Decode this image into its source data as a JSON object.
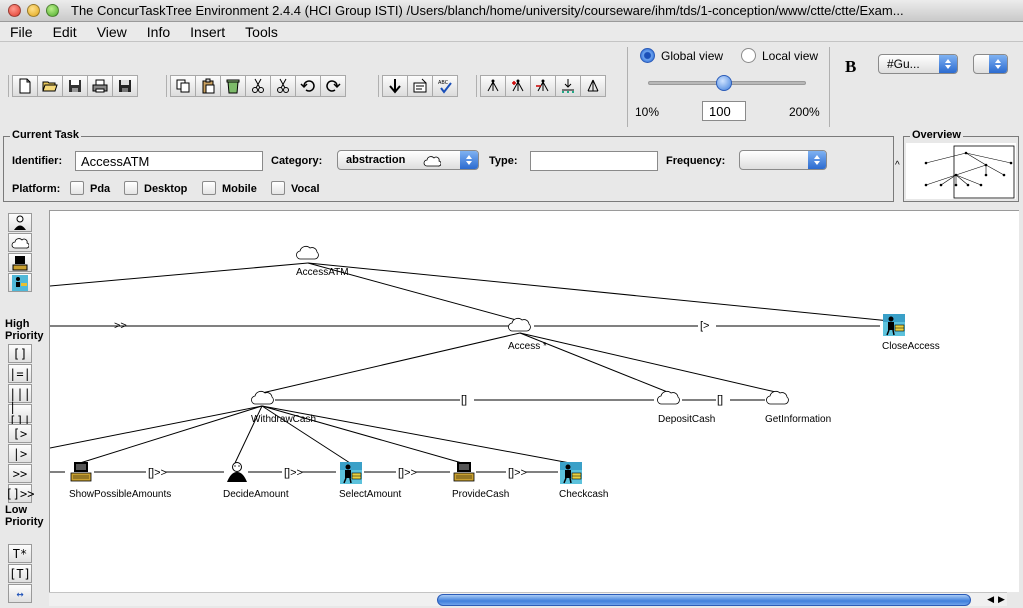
{
  "window": {
    "title": "The ConcurTaskTree Environment 2.4.4 (HCI Group ISTI) /Users/blanch/home/university/courseware/ihm/tds/1-conception/www/ctte/ctte/Exam..."
  },
  "menu": [
    "File",
    "Edit",
    "View",
    "Info",
    "Insert",
    "Tools"
  ],
  "toolbar": {
    "buttons": [
      "new-file",
      "open-file",
      "save",
      "print",
      "save-as",
      "copy",
      "paste",
      "delete",
      "cut",
      "cut-subtree",
      "undo",
      "redo",
      "move-down",
      "properties",
      "spell-check",
      "tree-layout-1",
      "tree-layout-2",
      "tree-layout-3",
      "tree-layout-4",
      "tree-layout-5"
    ]
  },
  "view": {
    "global_label": "Global view",
    "local_label": "Local view",
    "selected": "global",
    "zoom_min_label": "10%",
    "zoom_max_label": "200%",
    "zoom_value": "100",
    "zoom_fraction": 0.46
  },
  "format": {
    "bold_label": "B",
    "font_select": "#Gu...",
    "size_select": ""
  },
  "current_task": {
    "panel_title": "Current Task",
    "identifier_label": "Identifier:",
    "identifier_value": "AccessATM",
    "category_label": "Category:",
    "category_value": "abstraction",
    "type_label": "Type:",
    "type_value": "",
    "frequency_label": "Frequency:",
    "frequency_value": "",
    "platform_label": "Platform:",
    "platforms": [
      "Pda",
      "Desktop",
      "Mobile",
      "Vocal"
    ]
  },
  "overview": {
    "title": "Overview"
  },
  "palette": {
    "high_priority": "High Priority",
    "low_priority": "Low Priority",
    "operators": [
      "[]",
      "|=|",
      "|||",
      "|[]|",
      "[>",
      "|>",
      ">>",
      "[]>>"
    ],
    "extras": [
      "T*",
      "[T]",
      "↔"
    ]
  },
  "tree": {
    "nodes": {
      "root": "AccessATM",
      "access": "Access *",
      "close": "CloseAccess",
      "withdraw": "WithdrawCash",
      "deposit": "DepositCash",
      "info": "GetInformation",
      "show": "ShowPossibleAmounts",
      "decide": "DecideAmount",
      "select": "SelectAmount",
      "provide": "ProvideCash",
      "check": "Checkcash"
    },
    "operators": {
      "access_enable": ">>",
      "access_close": "[>",
      "withdraw_deposit": "[]",
      "deposit_info": "[]",
      "show_decide": "[]>>",
      "decide_select": "[]>>",
      "select_provide": "[]>>",
      "provide_check": "[]>>"
    }
  }
}
